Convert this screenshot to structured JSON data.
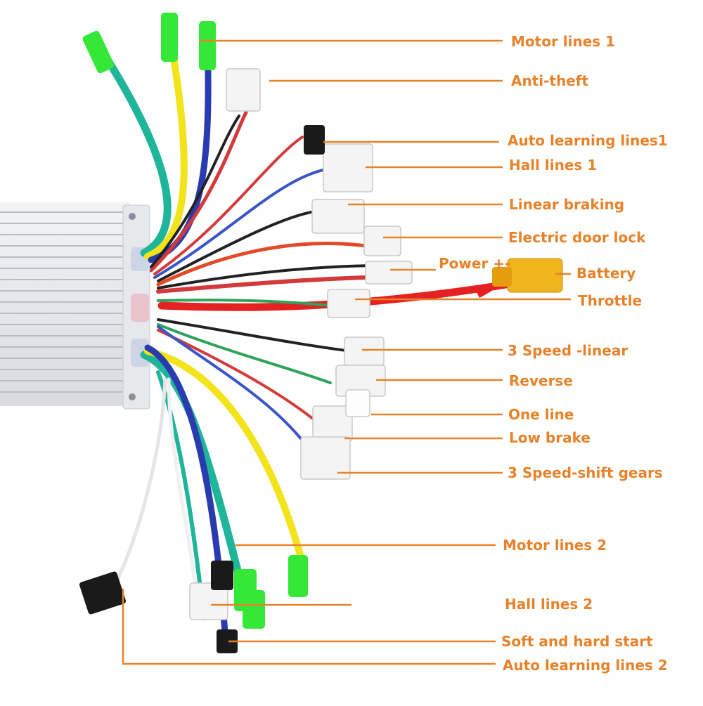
{
  "accent_color": "#e8822a",
  "labels": {
    "motor_lines_1": "Motor lines  1",
    "anti_theft": "Anti-theft",
    "auto_learning_lines_1": "Auto learning lines1",
    "hall_lines_1": "Hall lines 1",
    "linear_braking": "Linear braking",
    "electric_door_lock": "Electric door lock",
    "power": "Power +-",
    "battery": "Battery",
    "throttle": "Throttle",
    "speed_linear": "3 Speed -linear",
    "reverse": "Reverse",
    "one_line": "One line",
    "low_brake": "Low brake",
    "speed_shift": "3 Speed-shift gears",
    "motor_lines_2": "Motor lines 2",
    "hall_lines_2": "Hall lines 2",
    "soft_hard_start": "Soft and hard start",
    "auto_learning_lines_2": "Auto learning lines 2"
  }
}
